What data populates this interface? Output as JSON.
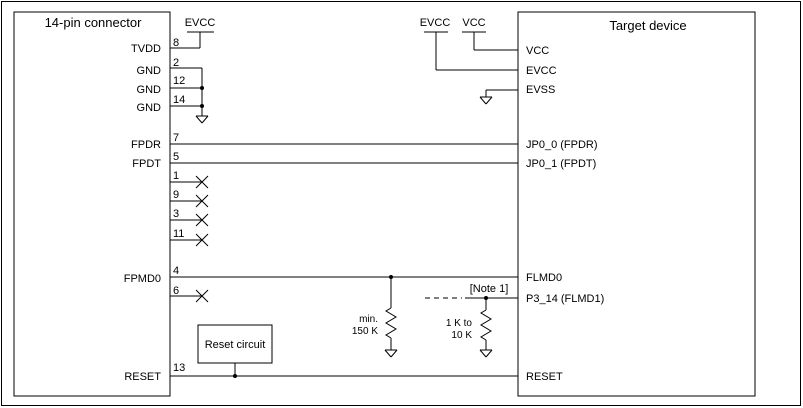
{
  "left_block": {
    "title": "14-pin connector",
    "pins": [
      {
        "label": "TVDD",
        "number": "8"
      },
      {
        "label": "GND",
        "number": "2"
      },
      {
        "label": "GND",
        "number": "12"
      },
      {
        "label": "GND",
        "number": "14"
      },
      {
        "label": "FPDR",
        "number": "7"
      },
      {
        "label": "FPDT",
        "number": "5"
      },
      {
        "label": "",
        "number": "1"
      },
      {
        "label": "",
        "number": "9"
      },
      {
        "label": "",
        "number": "3"
      },
      {
        "label": "",
        "number": "11"
      },
      {
        "label": "FPMD0",
        "number": "4"
      },
      {
        "label": "",
        "number": "6"
      },
      {
        "label": "RESET",
        "number": "13"
      }
    ]
  },
  "right_block": {
    "title": "Target device",
    "pins": [
      {
        "label": "VCC"
      },
      {
        "label": "EVCC"
      },
      {
        "label": "EVSS"
      },
      {
        "label": "JP0_0 (FPDR)"
      },
      {
        "label": "JP0_1 (FPDT)"
      },
      {
        "label": "FLMD0"
      },
      {
        "label": "P3_14 (FLMD1)"
      },
      {
        "label": "RESET"
      }
    ]
  },
  "power_labels": {
    "evcc_left": "EVCC",
    "evcc_right": "EVCC",
    "vcc": "VCC"
  },
  "resistor_fplmd0": {
    "line1": "min.",
    "line2": "150 K"
  },
  "resistor_flmd1": {
    "line1": "1 K to",
    "line2": "10 K"
  },
  "note": "[Note 1]",
  "reset_circuit": "Reset circuit"
}
